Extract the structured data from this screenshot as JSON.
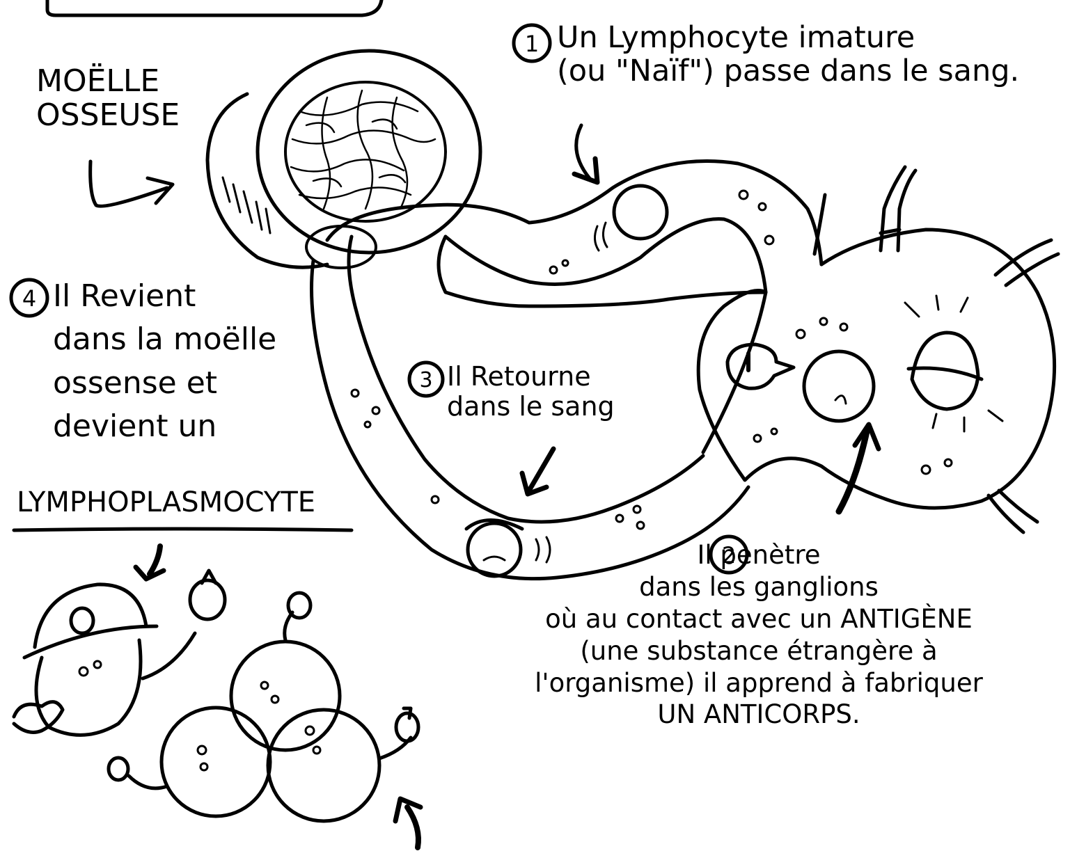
{
  "labels": {
    "bone_marrow": "MOËLLE\nOSSEUSE",
    "step1": {
      "number": "1",
      "text": "Un Lymphocyte imature\n(ou \"Naïf\") passe dans le sang."
    },
    "step2": {
      "number": "2",
      "text": "Il penètre\ndans les ganglions\noù au contact avec un ANTIGÈNE\n(une substance étrangère à\nl'organisme) il apprend à fabriquer\nUN ANTICORPS."
    },
    "step3": {
      "number": "3",
      "text": "Il Retourne\ndans le sang"
    },
    "step4": {
      "number": "4",
      "text": "Il Revient\ndans la moëlle\nossense et\ndevient un"
    },
    "lymphoplasmocyte": "LYMPHOPLASMOCYTE"
  },
  "colors": {
    "ink": "#000000",
    "paper": "#ffffff"
  }
}
